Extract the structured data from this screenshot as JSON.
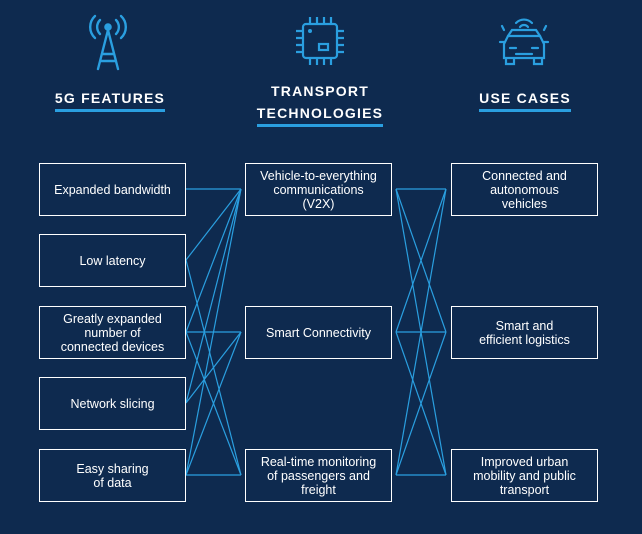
{
  "columns": {
    "features": {
      "heading": [
        "5G FEATURES"
      ],
      "icon": "antenna-tower-icon"
    },
    "transport": {
      "heading": [
        "TRANSPORT",
        "TECHNOLOGIES"
      ],
      "icon": "microchip-icon"
    },
    "use_cases": {
      "heading": [
        "USE CASES"
      ],
      "icon": "connected-car-icon"
    }
  },
  "features": [
    "Expanded bandwidth",
    "Low latency",
    "Greatly expanded\nnumber of\nconnected devices",
    "Network slicing",
    "Easy sharing\nof data"
  ],
  "technologies": [
    "Vehicle-to-everything\ncommunications\n(V2X)",
    "Smart Connectivity",
    "Real-time monitoring\nof passengers and\nfreight"
  ],
  "use_cases": [
    "Connected and\nautonomous\nvehicles",
    "Smart and\nefficient logistics",
    "Improved urban\nmobility and public\ntransport"
  ],
  "links_features_to_technologies": [
    [
      0,
      0
    ],
    [
      1,
      0
    ],
    [
      1,
      2
    ],
    [
      2,
      0
    ],
    [
      2,
      1
    ],
    [
      2,
      2
    ],
    [
      3,
      0
    ],
    [
      3,
      1
    ],
    [
      4,
      0
    ],
    [
      4,
      1
    ],
    [
      4,
      2
    ]
  ],
  "links_technologies_to_use_cases": [
    [
      0,
      0
    ],
    [
      0,
      1
    ],
    [
      0,
      2
    ],
    [
      1,
      0
    ],
    [
      1,
      1
    ],
    [
      1,
      2
    ],
    [
      2,
      0
    ],
    [
      2,
      1
    ],
    [
      2,
      2
    ]
  ],
  "colors": {
    "background": "#0e2a4f",
    "accent": "#2a9fe0",
    "box_border": "#ffffff"
  }
}
